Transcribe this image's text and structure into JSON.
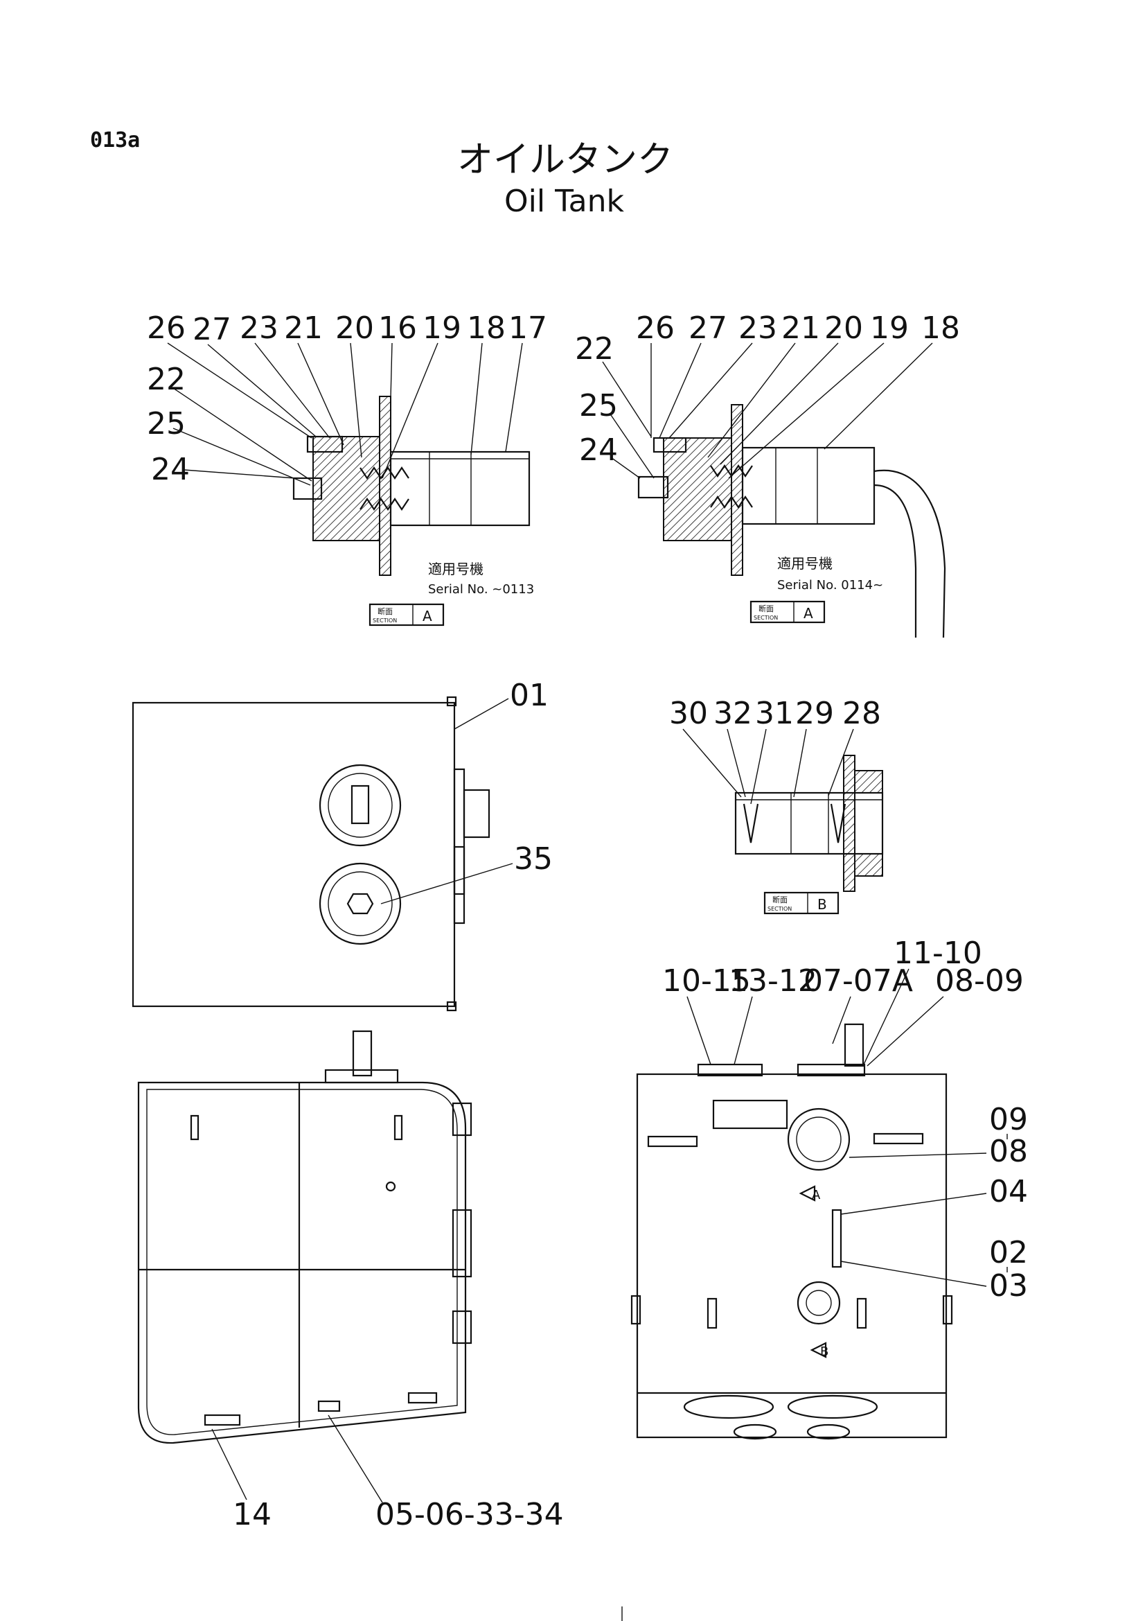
{
  "page": {
    "code": "013a",
    "title_jp": "オイルタンク",
    "title_en": "Oil Tank"
  },
  "section_a_left": {
    "callouts_top": [
      "26",
      "27",
      "23",
      "21",
      "20",
      "16",
      "19",
      "18",
      "17"
    ],
    "callouts_side": [
      "22",
      "25",
      "24"
    ],
    "serial_jp": "適用号機",
    "serial": "Serial No. ~0113",
    "section_tag": {
      "word": "断面",
      "word_en": "SECTION",
      "letter": "A"
    }
  },
  "section_a_right": {
    "callouts_top": [
      "26",
      "27",
      "23",
      "21",
      "20",
      "19",
      "18"
    ],
    "callouts_side": [
      "22",
      "25",
      "24"
    ],
    "serial_jp": "適用号機",
    "serial": "Serial No. 0114~",
    "section_tag": {
      "word": "断面",
      "word_en": "SECTION",
      "letter": "A"
    }
  },
  "top_view": {
    "callouts": [
      "01",
      "35"
    ]
  },
  "section_b": {
    "callouts": [
      "30",
      "32",
      "31",
      "29",
      "28"
    ],
    "section_tag": {
      "word": "断面",
      "word_en": "SECTION",
      "letter": "B"
    }
  },
  "side_view": {
    "callouts": [
      "14",
      "05-06-33-34"
    ]
  },
  "front_view": {
    "callouts_top": [
      "10-15",
      "13-12",
      "07-07A",
      "11-10",
      "08-09"
    ],
    "callouts_right": [
      "09",
      "08",
      "04",
      "02",
      "03"
    ],
    "markers": [
      "A",
      "B"
    ]
  }
}
